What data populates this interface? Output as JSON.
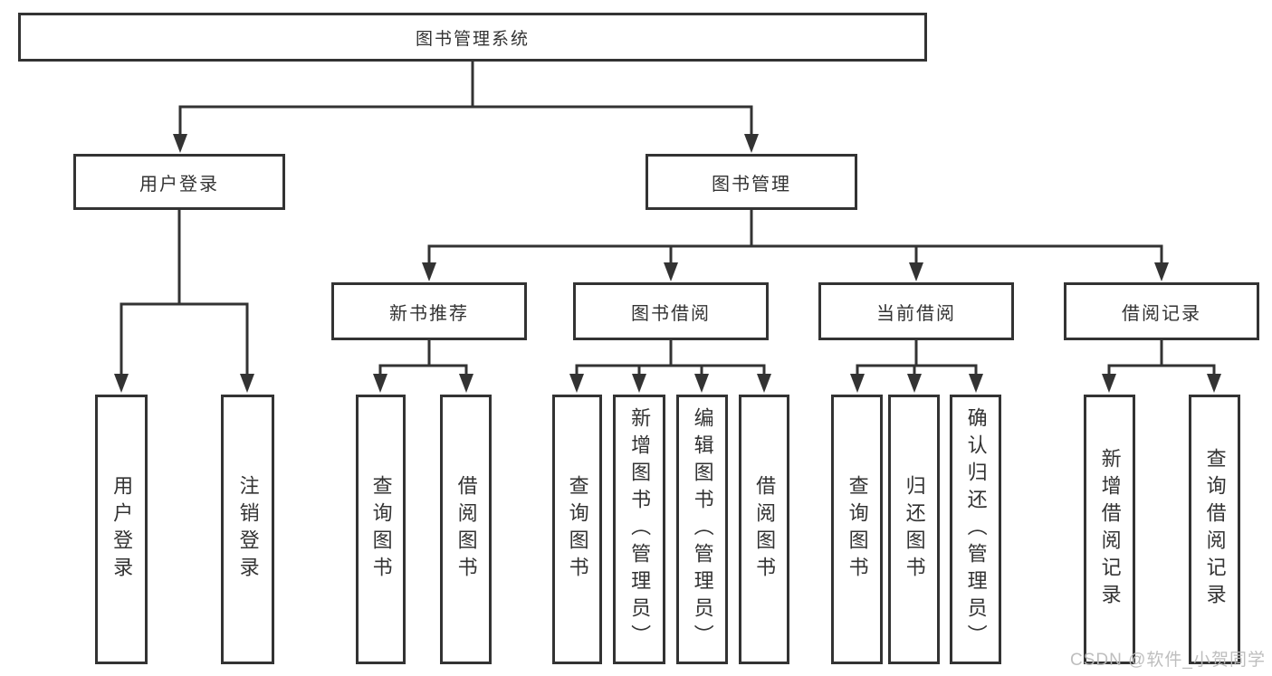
{
  "diagram_type": "functional-structure-tree",
  "tree": {
    "label": "图书管理系统",
    "children": [
      {
        "label": "用户登录",
        "children": [
          {
            "label": "用户登录"
          },
          {
            "label": "注销登录"
          }
        ]
      },
      {
        "label": "图书管理",
        "children": [
          {
            "label": "新书推荐",
            "children": [
              {
                "label": "查询图书"
              },
              {
                "label": "借阅图书"
              }
            ]
          },
          {
            "label": "图书借阅",
            "children": [
              {
                "label": "查询图书"
              },
              {
                "label": "新增图书（管理员）"
              },
              {
                "label": "编辑图书（管理员）"
              },
              {
                "label": "借阅图书"
              }
            ]
          },
          {
            "label": "当前借阅",
            "children": [
              {
                "label": "查询图书"
              },
              {
                "label": "归还图书"
              },
              {
                "label": "确认归还（管理员）"
              }
            ]
          },
          {
            "label": "借阅记录",
            "children": [
              {
                "label": "新增借阅记录"
              },
              {
                "label": "查询借阅记录"
              }
            ]
          }
        ]
      }
    ]
  },
  "watermark": {
    "text": "CSDN @软件_小贺同学",
    "color": "#bababa"
  },
  "colors": {
    "background": "#ffffff",
    "line": "#333333",
    "box_border": "#333333",
    "text": "#333333"
  }
}
